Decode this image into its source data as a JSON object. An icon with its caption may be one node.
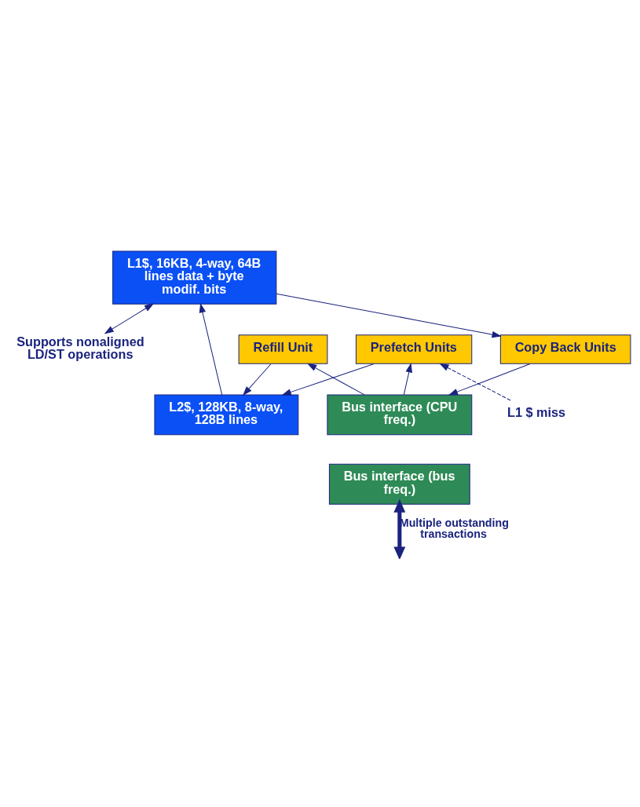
{
  "diagram": {
    "nodes": [
      {
        "text": [
          "Supports nonaligned LD/ST operations"
        ]
      },
      {
        "text": [
          "L1$, 16KB, 4-way, 64B lines data + byte modif. bits"
        ]
      },
      {
        "text": [
          "L1 $ miss"
        ]
      },
      {
        "text": [
          "L2$, 128KB, 8-way, 128B lines"
        ]
      },
      {
        "text": [
          "Copy Back Units"
        ]
      },
      {
        "text": [
          "Refill Unit"
        ]
      },
      {
        "text": [
          "Prefetch Units"
        ]
      },
      {
        "text": [
          "Bus interface (CPU freq.)"
        ]
      },
      {
        "text": [
          "Bus interface (bus freq.)"
        ]
      }
    ],
    "edges": [
      {
        "from": 1,
        "to": 0,
        "arrow": "both"
      },
      {
        "from": 3,
        "to": 1,
        "arrow": "to"
      },
      {
        "from": 1,
        "to": 4,
        "arrow": "to"
      },
      {
        "from": 5,
        "to": 3,
        "arrow": "to"
      },
      {
        "from": 6,
        "to": 3,
        "arrow": "to"
      },
      {
        "from": 2,
        "to": 6,
        "arrow": "to",
        "style": "dashed"
      },
      {
        "from": 4,
        "to": 7,
        "arrow": "to"
      },
      {
        "from": 7,
        "to": 5,
        "arrow": "to"
      },
      {
        "from": 7,
        "to": 6,
        "arrow": "to"
      },
      {
        "from": 8,
        "to": null,
        "arrow": "both",
        "style": "thick",
        "label": "Multiple outstanding transactions"
      }
    ]
  }
}
